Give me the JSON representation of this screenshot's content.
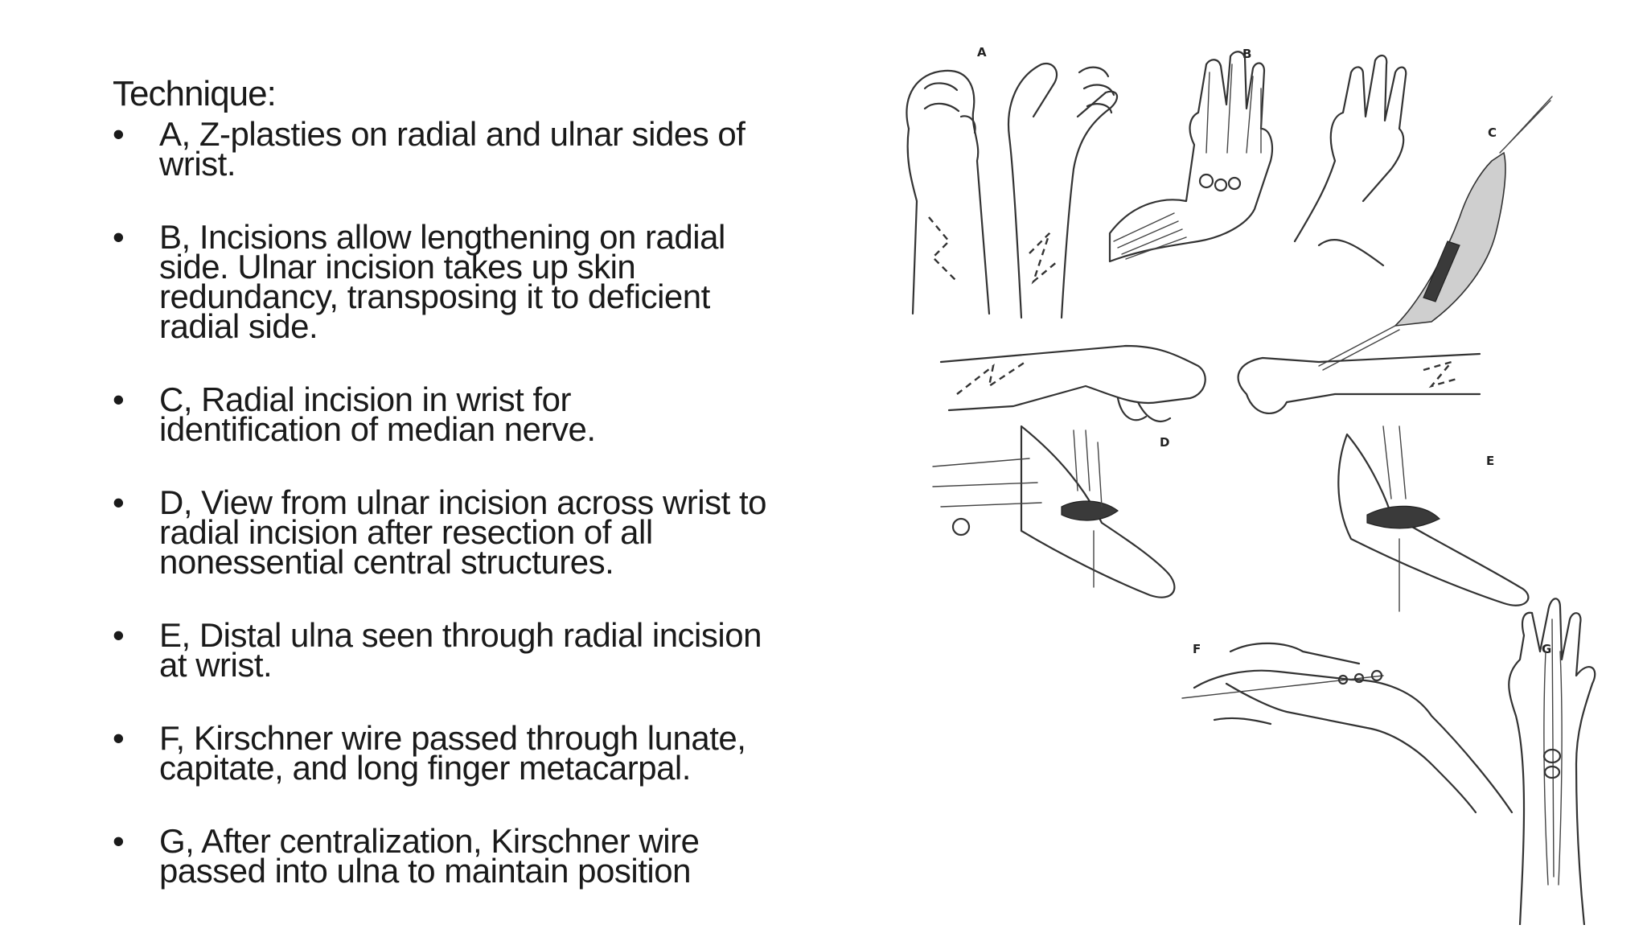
{
  "heading": "Technique:",
  "bullets": [
    {
      "symbol": "•",
      "text_lines": [
        "A, Z-plasties on radial and ulnar  sides of",
        "wrist."
      ]
    },
    {
      "symbol": "•",
      "text_lines": [
        "B, Incisions allow lengthening on  radial",
        "side. Ulnar incision takes up  skin",
        "redundancy, transposing it to  deficient",
        "radial side."
      ]
    },
    {
      "symbol": "•",
      "text_lines": [
        "C, Radial incision in wrist for",
        "identification of median nerve."
      ]
    },
    {
      "symbol": "•",
      "text_lines": [
        "D, View from ulnar incision across  wrist to",
        "radial incision after  resection of all",
        "nonessential central  structures."
      ]
    },
    {
      "symbol": "•",
      "text_lines": [
        "E, Distal ulna seen through radial  incision",
        "at wrist."
      ]
    },
    {
      "symbol": "•",
      "text_lines": [
        "F, Kirschner wire passed through  lunate,",
        "capitate, and long finger  metacarpal."
      ]
    },
    {
      "symbol": "•",
      "text_lines": [
        "G, After centralization, Kirschner  wire",
        "passed into ulna to maintain  position"
      ]
    }
  ],
  "figure": {
    "panel_labels": [
      "A",
      "B",
      "C",
      "D",
      "E",
      "F",
      "G"
    ]
  }
}
